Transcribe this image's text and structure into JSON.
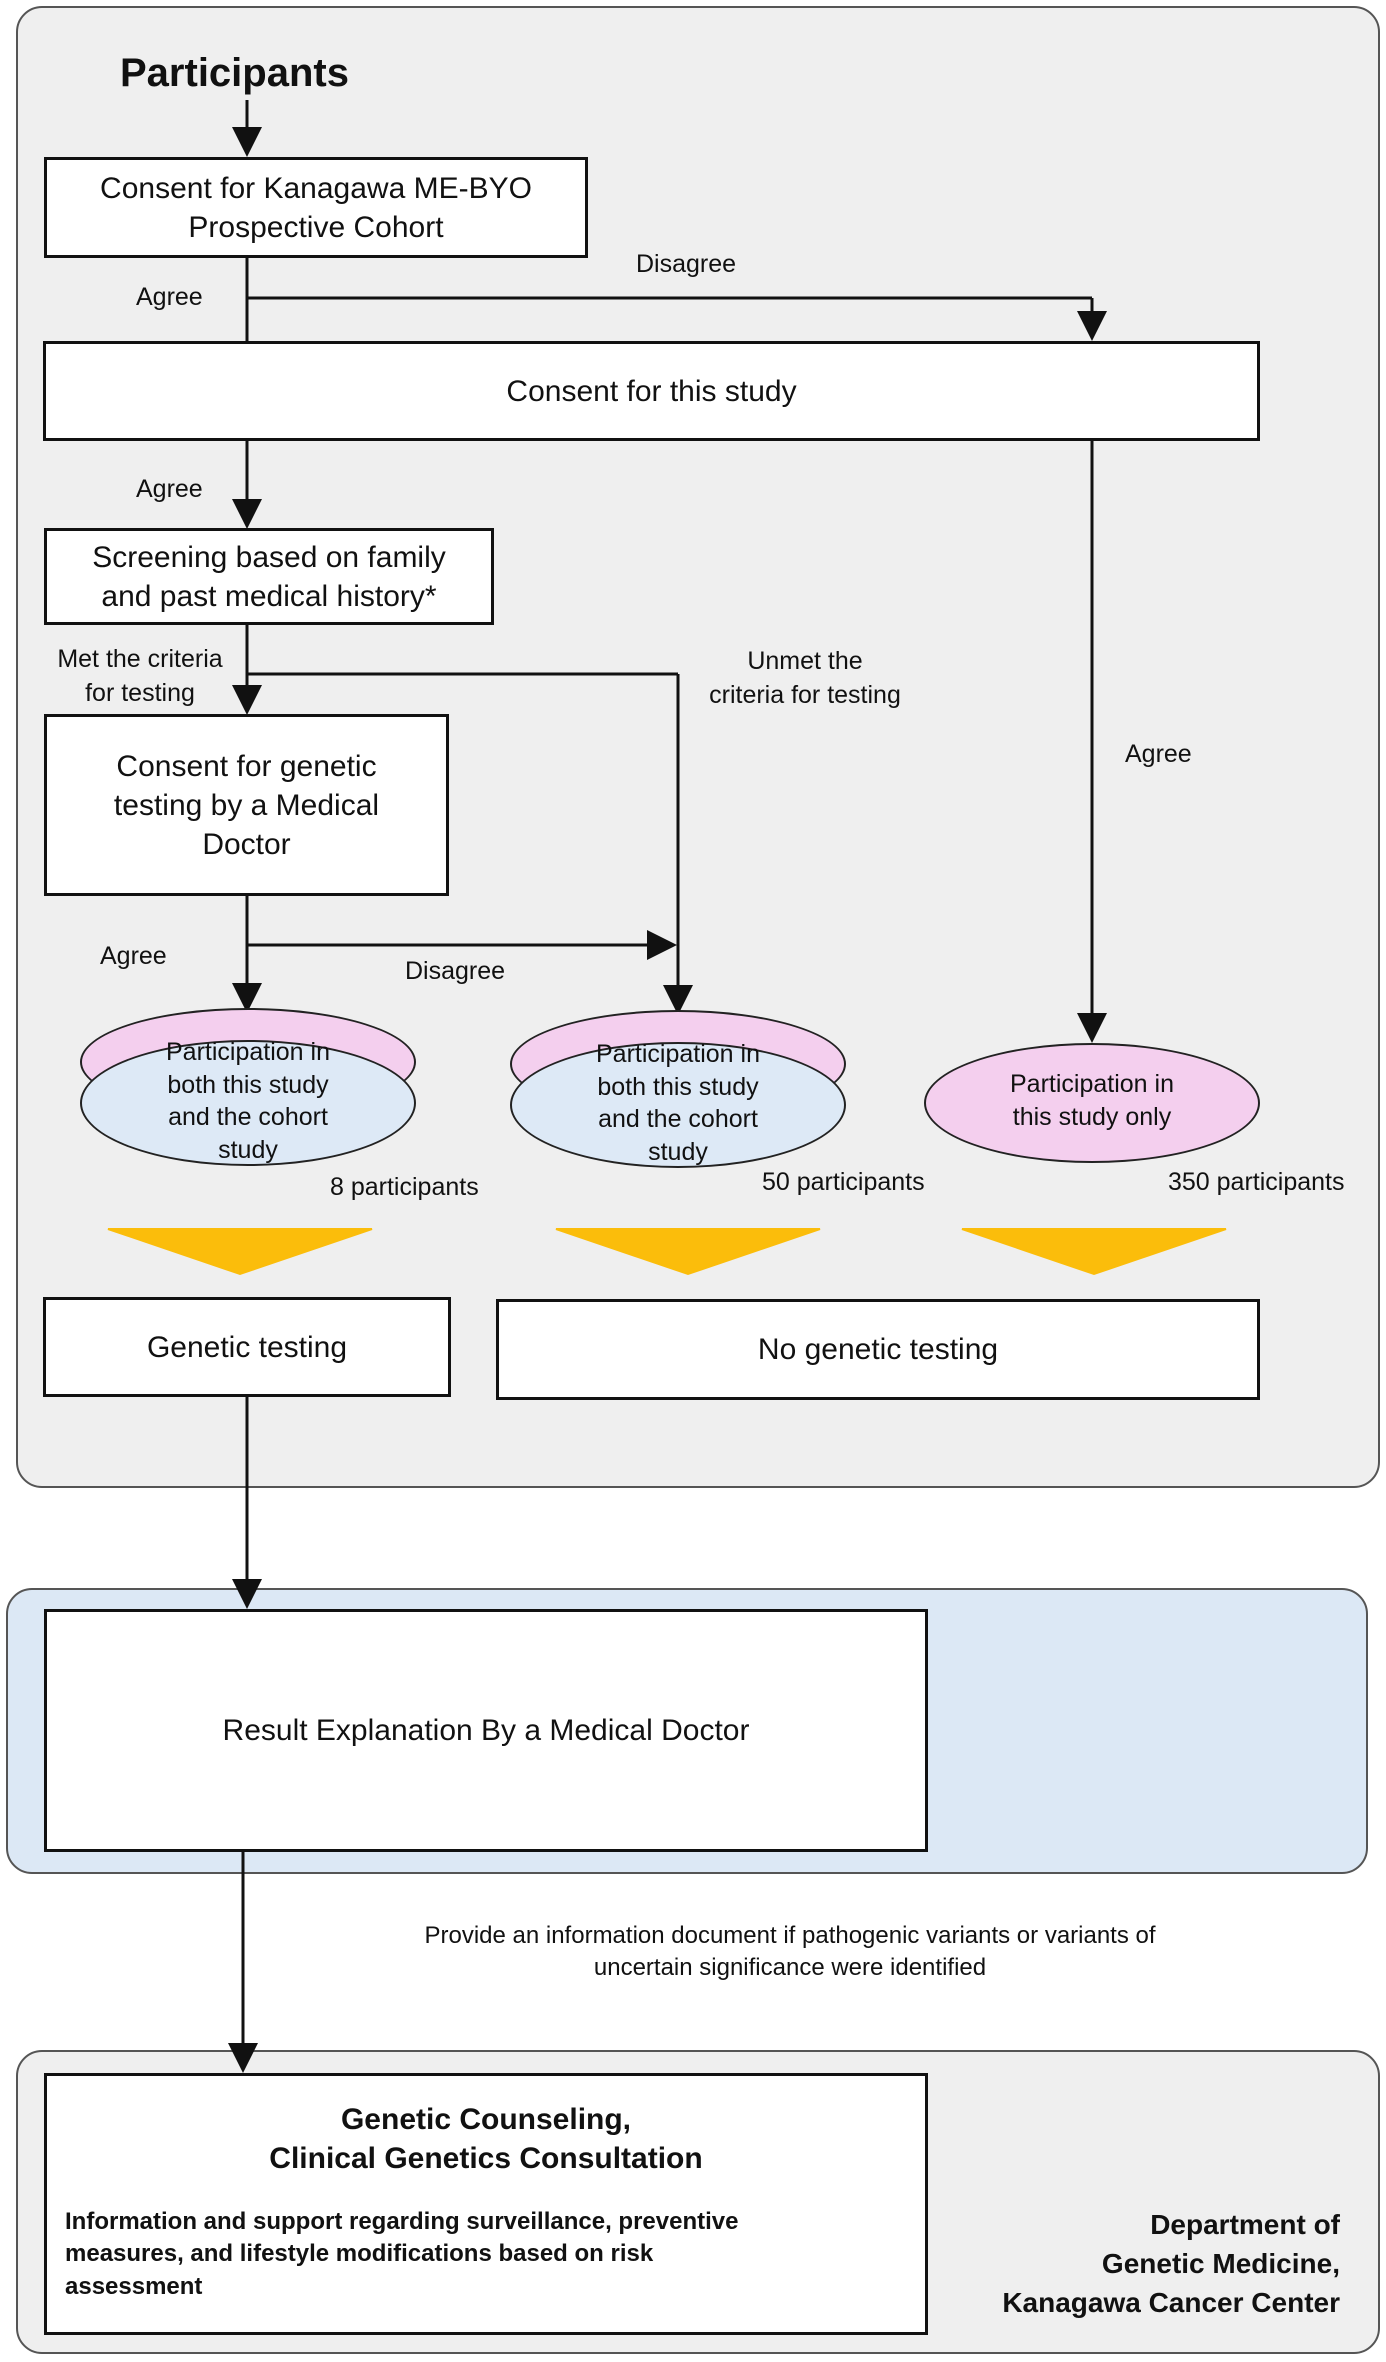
{
  "colors": {
    "top_panel": "#efefef",
    "middle_panel": "#dce8f5",
    "bottom_panel": "#efefef",
    "pink": "#f4cfee",
    "lightblue": "#dde9f6",
    "arrowhead_fill": "#fbbd0b"
  },
  "title": "Participants",
  "boxes": {
    "cohort_consent": [
      "Consent for Kanagawa ME-BYO",
      "Prospective Cohort"
    ],
    "study_consent": "Consent for this study",
    "screening": [
      "Screening based on family",
      "and past medical history*"
    ],
    "genetic_consent": [
      "Consent for genetic",
      "testing by a Medical",
      "Doctor"
    ],
    "genetic_testing": "Genetic testing",
    "no_genetic_testing": "No genetic testing",
    "result_explanation": "Result Explanation By a Medical Doctor",
    "counseling_title": [
      "Genetic Counseling,",
      "Clinical Genetics Consultation"
    ],
    "counseling_body": [
      "Information and support regarding surveillance, preventive",
      "measures, and lifestyle modifications based on risk",
      "assessment"
    ]
  },
  "labels": {
    "agree_1": "Agree",
    "disagree_1": "Disagree",
    "agree_2": "Agree",
    "met_criteria": [
      "Met the criteria",
      "for testing"
    ],
    "unmet_criteria": [
      "Unmet the",
      "criteria for testing"
    ],
    "agree_right": "Agree",
    "agree_3": "Agree",
    "disagree_2": "Disagree",
    "info_document": [
      "Provide an information document if pathogenic variants or variants of",
      "uncertain significance were identified"
    ],
    "department": [
      "Department of",
      "Genetic Medicine,",
      "Kanagawa Cancer Center"
    ]
  },
  "groups": [
    {
      "text": [
        "Participation in",
        "both this study",
        "and the cohort",
        "study"
      ],
      "count": "8 participants"
    },
    {
      "text": [
        "Participation in",
        "both this study",
        "and the cohort",
        "study"
      ],
      "count": "50 participants"
    },
    {
      "text": [
        "Participation in",
        "this study only"
      ],
      "count": "350 participants"
    }
  ]
}
